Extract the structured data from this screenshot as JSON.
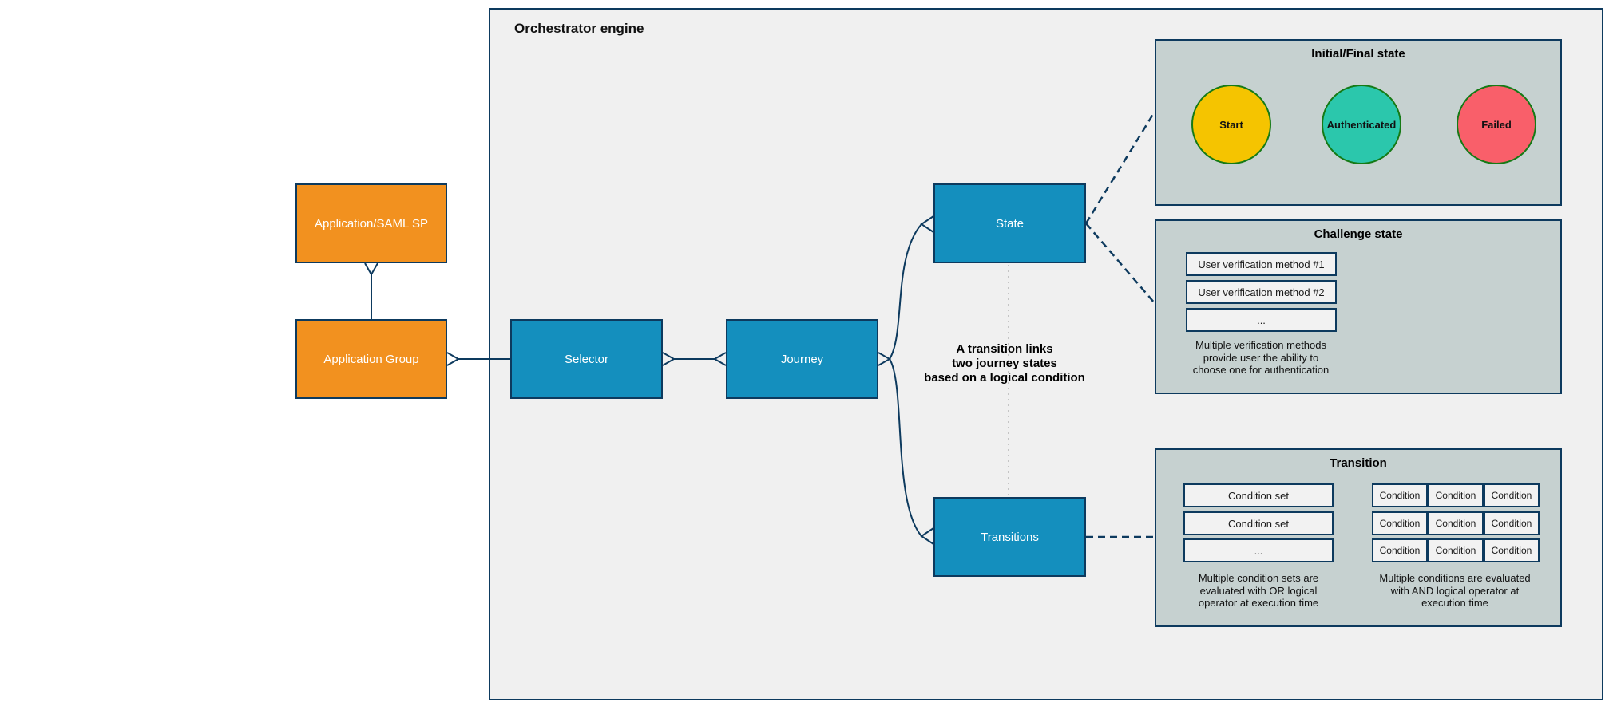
{
  "title": "Orchestrator engine",
  "colors": {
    "line_navy": "#0d3a5e",
    "node_orange": "#f2911f",
    "node_blue": "#148fbe",
    "engine_background": "#f0f0f0",
    "panel_background": "#c6d1d0",
    "item_background": "#f2f2f2",
    "circle_border_green": "#157a15",
    "start_yellow": "#f5c400",
    "authenticated_teal": "#2bc7ac",
    "failed_red": "#f95f6a",
    "dashed_gray": "#b5b5b5"
  },
  "nodes": {
    "app_saml": {
      "label": "Application/SAML SP"
    },
    "app_group": {
      "label": "Application Group"
    },
    "selector": {
      "label": "Selector"
    },
    "journey": {
      "label": "Journey"
    },
    "state": {
      "label": "State"
    },
    "transitions": {
      "label": "Transitions"
    }
  },
  "note": {
    "lines": [
      "A transition links",
      "two journey states",
      "based on a logical condition"
    ]
  },
  "panels": {
    "initial_final": {
      "title": "Initial/Final state",
      "circles": [
        {
          "label": "Start",
          "color": "#f5c400"
        },
        {
          "label": "Authenticated",
          "color": "#2bc7ac"
        },
        {
          "label": "Failed",
          "color": "#f95f6a"
        }
      ]
    },
    "challenge": {
      "title": "Challenge state",
      "items": [
        "User verification method #1",
        "User verification method #2",
        "..."
      ],
      "caption": [
        "Multiple verification methods",
        "provide user the ability to",
        "choose one for authentication"
      ]
    },
    "transition": {
      "title": "Transition",
      "condition_sets": [
        "Condition set",
        "Condition set",
        "..."
      ],
      "grid": [
        [
          "Condition",
          "Condition",
          "Condition"
        ],
        [
          "Condition",
          "Condition",
          "Condition"
        ],
        [
          "Condition",
          "Condition",
          "Condition"
        ]
      ],
      "caption_left": [
        "Multiple condition sets are",
        "evaluated with OR logical",
        "operator at execution time"
      ],
      "caption_right": [
        "Multiple conditions are evaluated",
        "with AND logical operator at",
        "execution time"
      ]
    }
  }
}
